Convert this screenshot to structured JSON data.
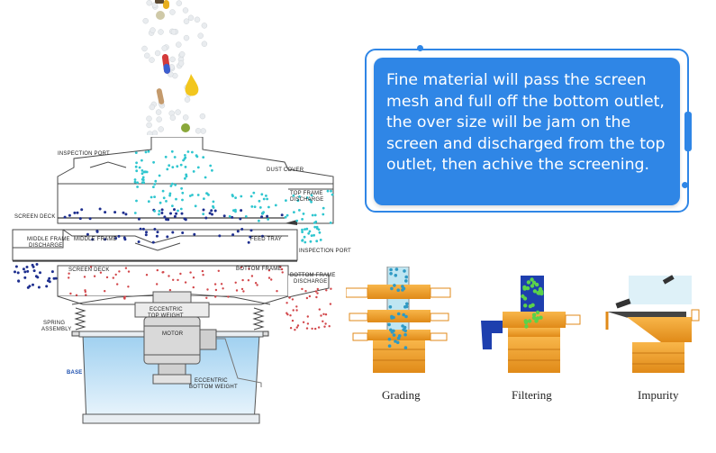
{
  "callout": {
    "text": "Fine material will pass the screen mesh and full off the bottom outlet, the over size will be jam on the screen and discharged from the top outlet, then achive the screening."
  },
  "labels": {
    "inspection_port_top": "INSPECTION PORT",
    "dust_cover": "DUST COVER",
    "top_frame_discharge_1": "TOP FRAME",
    "top_frame_discharge_2": "DISCHARGE",
    "screen_deck_top": "SCREEN DECK",
    "middle_frame_discharge_1": "MIDDLE FRAME",
    "middle_frame_discharge_2": "DISCHARGE",
    "middle_frame": "MIDDLE FRAME",
    "feed_tray": "FEED TRAY",
    "inspection_port_side": "INSPECTION PORT",
    "screen_deck_bottom": "SCREEN DECK",
    "bottom_frame": "BOTTOM FRAME",
    "bottom_frame_discharge_1": "BOTTOM FRAME",
    "bottom_frame_discharge_2": "DISCHARGE",
    "eccentric_top_1": "ECCENTRIC",
    "eccentric_top_2": "TOP WEIGHT",
    "motor": "MOTOR",
    "spring_1": "SPRING",
    "spring_2": "ASSEMBLY",
    "base": "BASE",
    "eccentric_bottom_1": "ECCENTRIC",
    "eccentric_bottom_2": "BOTTOM WEIGHT"
  },
  "captions": {
    "grading": "Grading",
    "filtering": "Filtering",
    "impurity": "Impurity"
  },
  "colors": {
    "callout_blue": "#2f86e6",
    "machine_orange": "#f0a030",
    "dot_navy": "#1e2f8f",
    "dot_cyan": "#2fc6cf",
    "dot_red": "#d2464a",
    "water_blue": "#c6e3f6"
  }
}
